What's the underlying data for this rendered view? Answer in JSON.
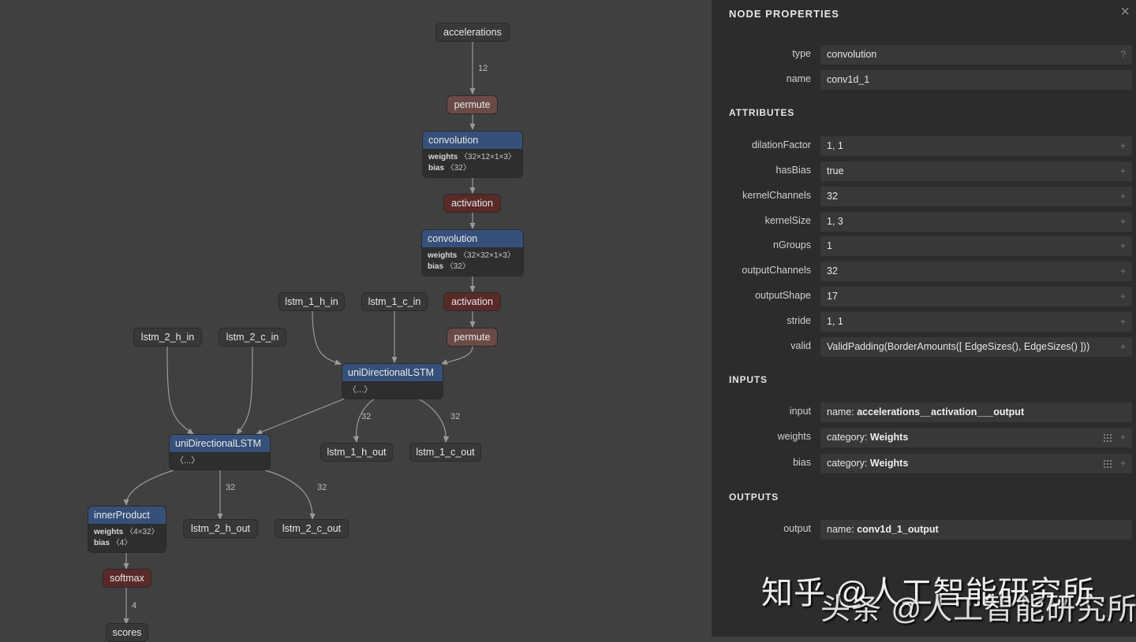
{
  "graph": {
    "nodes": {
      "accelerations": "accelerations",
      "permute1": "permute",
      "conv1": {
        "title": "convolution",
        "weights_label": "weights",
        "weights_shape": "〈32×12×1×3〉",
        "bias_label": "bias",
        "bias_shape": "〈32〉"
      },
      "activation1": "activation",
      "conv2": {
        "title": "convolution",
        "weights_label": "weights",
        "weights_shape": "〈32×32×1×3〉",
        "bias_label": "bias",
        "bias_shape": "〈32〉"
      },
      "activation2": "activation",
      "permute2": "permute",
      "lstm_1_h_in": "lstm_1_h_in",
      "lstm_1_c_in": "lstm_1_c_in",
      "lstm_2_h_in": "lstm_2_h_in",
      "lstm_2_c_in": "lstm_2_c_in",
      "lstm1": {
        "title": "uniDirectionalLSTM",
        "body": "〈...〉"
      },
      "lstm2": {
        "title": "uniDirectionalLSTM",
        "body": "〈...〉"
      },
      "lstm_1_h_out": "lstm_1_h_out",
      "lstm_1_c_out": "lstm_1_c_out",
      "lstm_2_h_out": "lstm_2_h_out",
      "lstm_2_c_out": "lstm_2_c_out",
      "inner": {
        "title": "innerProduct",
        "weights_label": "weights",
        "weights_shape": "〈4×32〉",
        "bias_label": "bias",
        "bias_shape": "〈4〉"
      },
      "softmax": "softmax",
      "scores": "scores"
    },
    "edge_labels": {
      "accel_permute": "12",
      "lstm1_h": "32",
      "lstm1_c": "32",
      "lstm2_h": "32",
      "lstm2_c": "32",
      "softmax_scores": "4"
    }
  },
  "panel": {
    "title": "NODE PROPERTIES",
    "close_icon": "×",
    "properties": [
      {
        "label": "type",
        "value": "convolution",
        "action": "?"
      },
      {
        "label": "name",
        "value": "conv1d_1"
      }
    ],
    "attributes_title": "ATTRIBUTES",
    "attributes": [
      {
        "label": "dilationFactor",
        "value": "1, 1"
      },
      {
        "label": "hasBias",
        "value": "true"
      },
      {
        "label": "kernelChannels",
        "value": "32"
      },
      {
        "label": "kernelSize",
        "value": "1, 3"
      },
      {
        "label": "nGroups",
        "value": "1"
      },
      {
        "label": "outputChannels",
        "value": "32"
      },
      {
        "label": "outputShape",
        "value": "17"
      },
      {
        "label": "stride",
        "value": "1, 1"
      },
      {
        "label": "valid",
        "value": "ValidPadding(BorderAmounts([ EdgeSizes(), EdgeSizes() ]))"
      }
    ],
    "expand_icon": "+",
    "inputs_title": "INPUTS",
    "inputs": [
      {
        "label": "input",
        "prefix": "name: ",
        "value": "accelerations__activation___output"
      },
      {
        "label": "weights",
        "prefix": "category: ",
        "value": "Weights"
      },
      {
        "label": "bias",
        "prefix": "category: ",
        "value": "Weights"
      }
    ],
    "outputs_title": "OUTPUTS",
    "outputs": [
      {
        "label": "output",
        "prefix": "name: ",
        "value": "conv1d_1_output"
      }
    ]
  },
  "watermark": {
    "line1": "知乎 @人工智能研究所",
    "line2": "头条 @人工智能研究所"
  }
}
